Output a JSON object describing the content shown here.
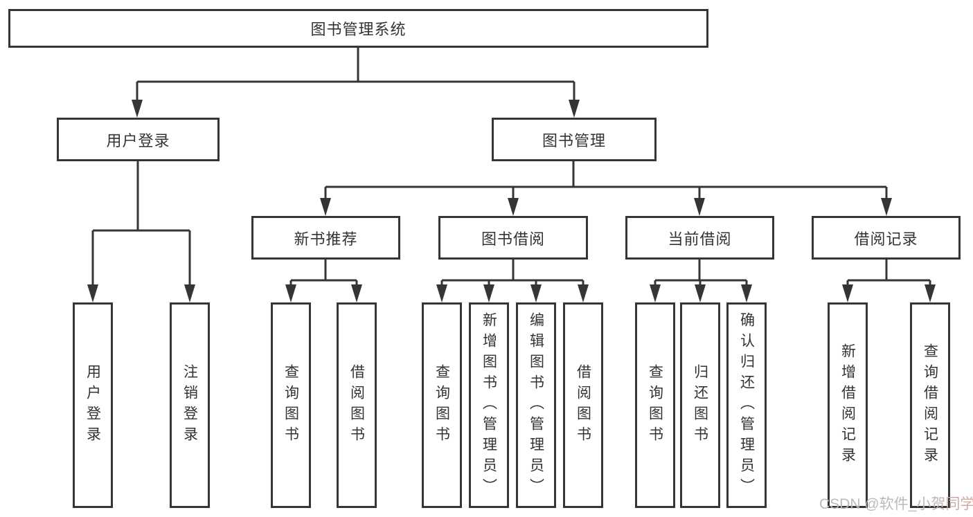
{
  "tree": {
    "label": "图书管理系统",
    "children": [
      {
        "label": "用户登录",
        "children": [
          {
            "label": "用户登录"
          },
          {
            "label": "注销登录"
          }
        ]
      },
      {
        "label": "图书管理",
        "children": [
          {
            "label": "新书推荐",
            "children": [
              {
                "label": "查询图书"
              },
              {
                "label": "借阅图书"
              }
            ]
          },
          {
            "label": "图书借阅",
            "children": [
              {
                "label": "查询图书"
              },
              {
                "label": "新增图书（管理员）"
              },
              {
                "label": "编辑图书（管理员）"
              },
              {
                "label": "借阅图书"
              }
            ]
          },
          {
            "label": "当前借阅",
            "children": [
              {
                "label": "查询图书"
              },
              {
                "label": "归还图书"
              },
              {
                "label": "确认归还（管理员）"
              }
            ]
          },
          {
            "label": "借阅记录",
            "children": [
              {
                "label": "新增借阅记录"
              },
              {
                "label": "查询借阅记录"
              }
            ]
          }
        ]
      }
    ]
  },
  "watermark": {
    "text": "CSDN @软件_小贺同学"
  },
  "colors": {
    "line": "#353535",
    "text": "#333333",
    "watermark": "#b9b9b9"
  }
}
